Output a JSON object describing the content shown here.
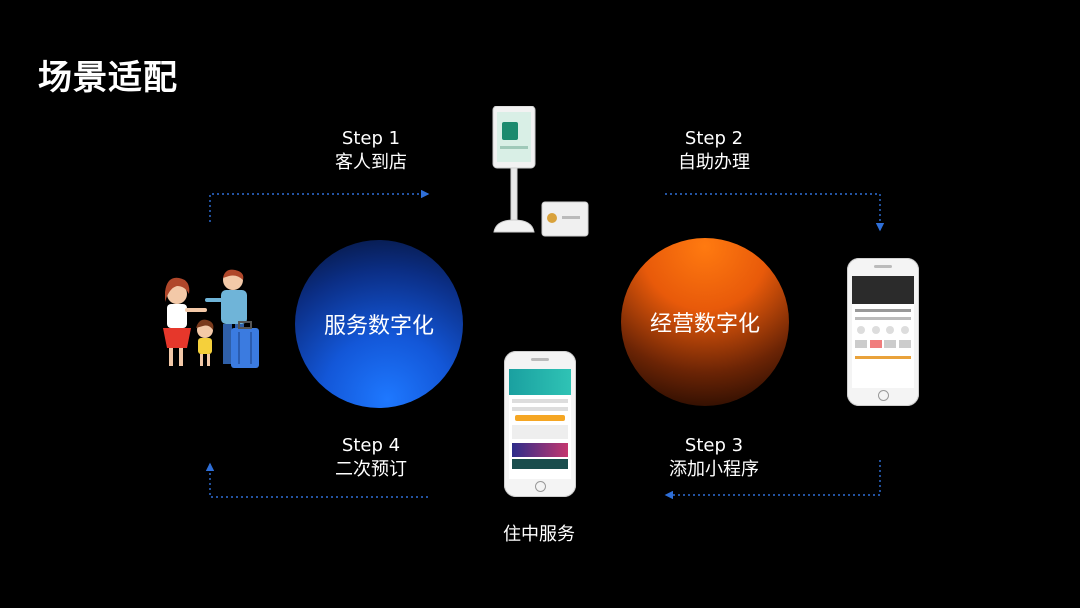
{
  "title": "场景适配",
  "steps": [
    {
      "en": "Step 1",
      "zh": "客人到店"
    },
    {
      "en": "Step 2",
      "zh": "自助办理"
    },
    {
      "en": "Step 3",
      "zh": "添加小程序"
    },
    {
      "en": "Step 4",
      "zh": "二次预订"
    }
  ],
  "circles": {
    "service": "服务数字化",
    "operation": "经营数字化"
  },
  "caption": "住中服务",
  "colors": {
    "background": "#000000",
    "blue_circle": "#1e78ff",
    "orange_circle": "#ff7a10",
    "dotted_line": "#2f6fd8"
  }
}
